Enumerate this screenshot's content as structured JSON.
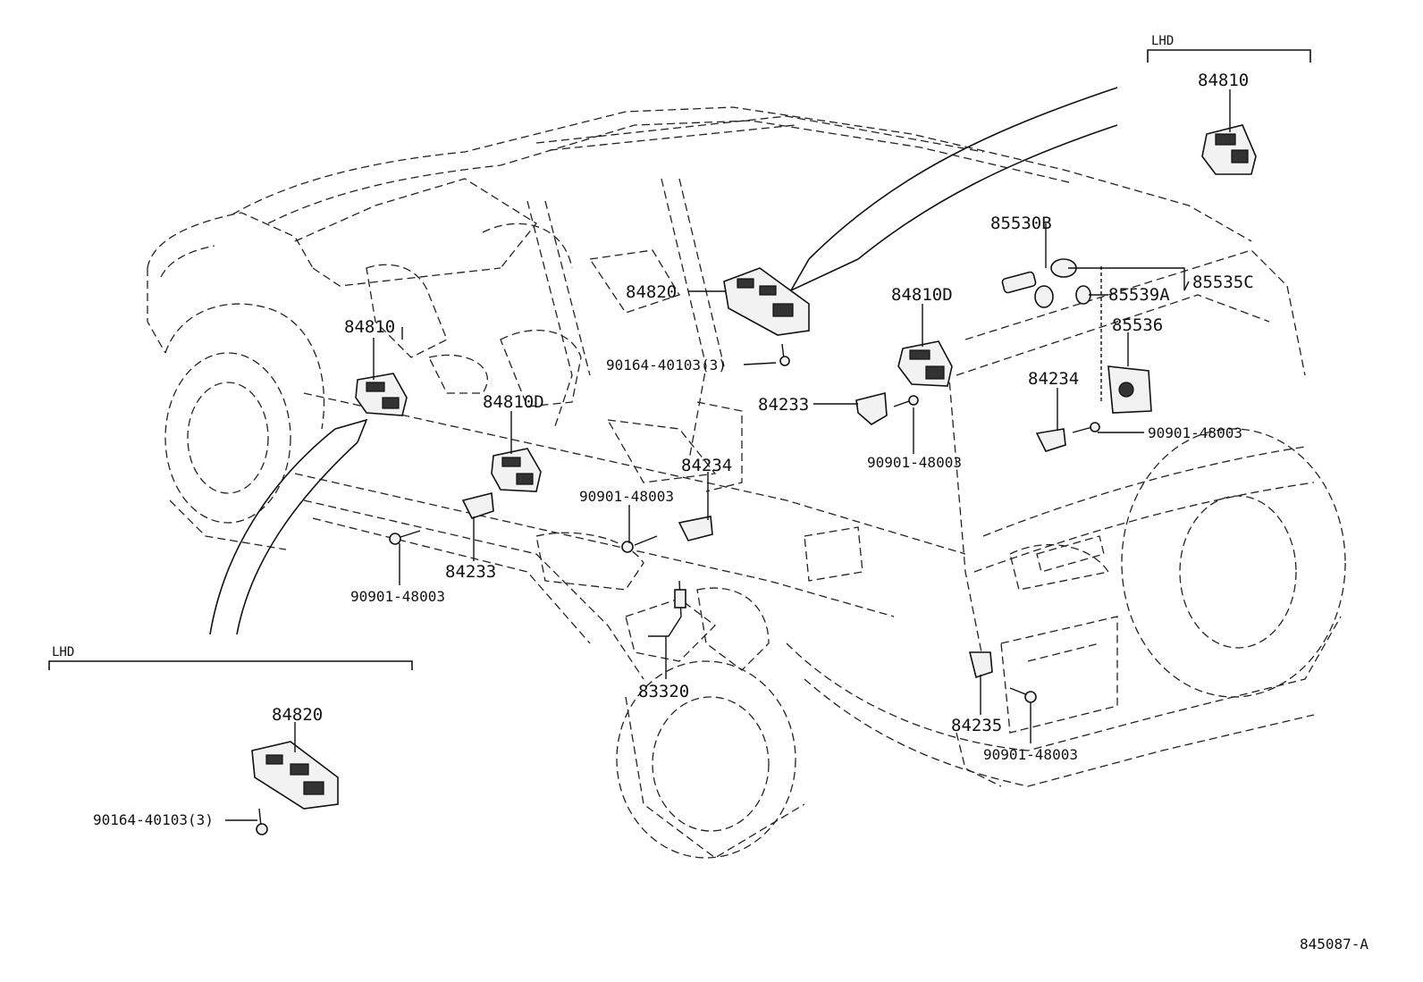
{
  "diagram_id": "845087-A",
  "lhd_label_top": "LHD",
  "lhd_label_bottom": "LHD",
  "labels": {
    "p84810_lhd": "84810",
    "p85530B": "85530B",
    "p85535C": "85535C",
    "p85539A": "85539A",
    "p85536": "85536",
    "p84820_main": "84820",
    "p84810_left": "84810",
    "p84810D_right": "84810D",
    "p84810D_center": "84810D",
    "p90164_main": "90164-40103(3)",
    "p84233_right": "84233",
    "p90901_right": "90901-48003",
    "p84234_right": "84234",
    "p90901_far_right": "90901-48003",
    "p84234_center": "84234",
    "p90901_center": "90901-48003",
    "p84233_left": "84233",
    "p90901_left": "90901-48003",
    "p83320": "83320",
    "p84235": "84235",
    "p90901_rear": "90901-48003",
    "p84820_lhd": "84820",
    "p90164_lhd": "90164-40103(3)"
  }
}
